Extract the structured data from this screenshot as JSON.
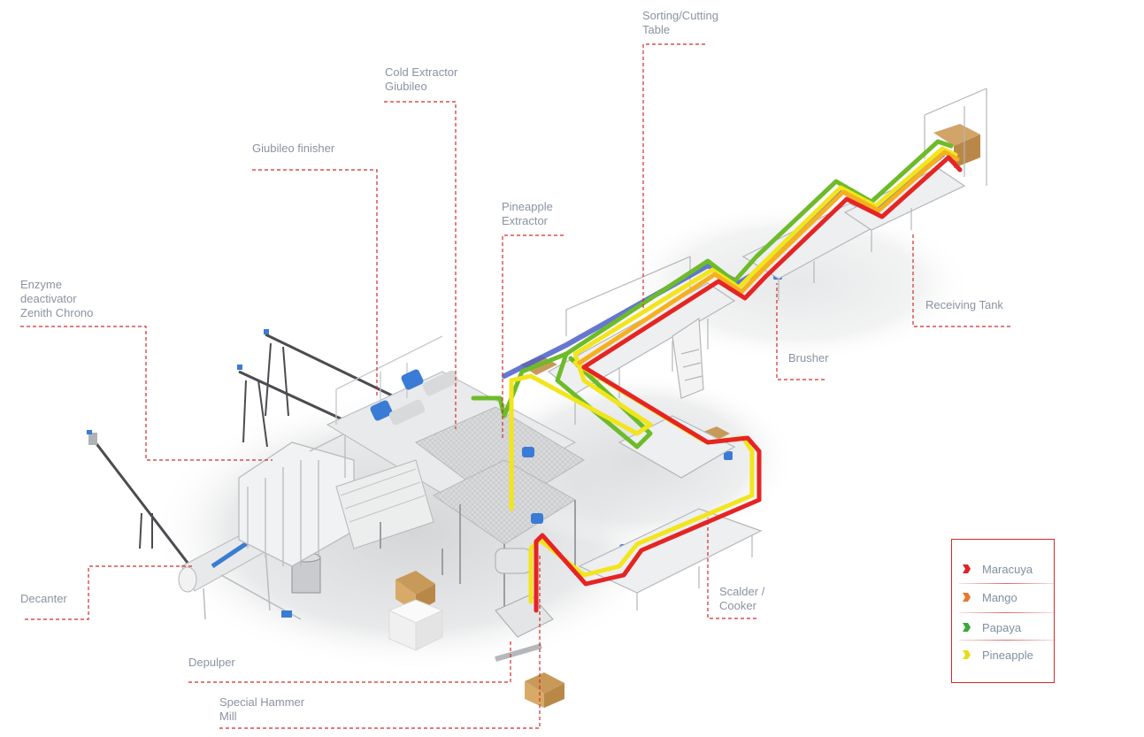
{
  "diagram": {
    "title": "Tropical fruit processing line",
    "labels": [
      {
        "id": "sorting-cutting-table",
        "text": "Sorting/Cutting\nTable"
      },
      {
        "id": "cold-extractor-giubileo",
        "text": "Cold Extractor\nGiubileo"
      },
      {
        "id": "giubileo-finisher",
        "text": "Giubileo finisher"
      },
      {
        "id": "pineapple-extractor",
        "text": "Pineapple\nExtractor"
      },
      {
        "id": "enzyme-deactivator",
        "text": "Enzyme\ndeactivator\nZenith Chrono"
      },
      {
        "id": "receiving-tank",
        "text": "Receiving Tank"
      },
      {
        "id": "brusher",
        "text": "Brusher"
      },
      {
        "id": "decanter",
        "text": "Decanter"
      },
      {
        "id": "scalder-cooker",
        "text": "Scalder /\nCooker"
      },
      {
        "id": "depulper",
        "text": "Depulper"
      },
      {
        "id": "special-hammer-mill",
        "text": "Special Hammer\nMill"
      }
    ],
    "colors": {
      "leader_line": "#d42a2a",
      "label_text": "#8a93a0",
      "flow_blue": "#4a5fc8"
    }
  },
  "legend": {
    "items": [
      {
        "label": "Maracuya",
        "color": "#e02424"
      },
      {
        "label": "Mango",
        "color": "#e8782a"
      },
      {
        "label": "Papaya",
        "color": "#3aa83a"
      },
      {
        "label": "Pineapple",
        "color": "#e6dc1e"
      }
    ]
  }
}
